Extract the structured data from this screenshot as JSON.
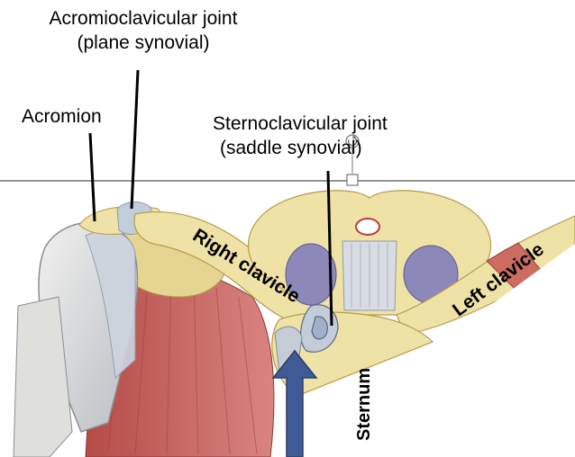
{
  "labels": {
    "acromioclavicular_line1": "Acromioclavicular joint",
    "acromioclavicular_line2": "(plane synovial)",
    "acromion": "Acromion",
    "sternoclavicular_line1": "Sternoclavicular joint",
    "sternoclavicular_line2": "(saddle synovial)",
    "right_clavicle": "Right clavicle",
    "left_clavicle": "Left clavicle",
    "sternum": "Sternum"
  },
  "colors": {
    "bone": "#efe2a6",
    "bone_shadow": "#d9c680",
    "muscle": "#c9605a",
    "cartilage": "#d4d6dc",
    "ligament": "#b9c4d2",
    "lung_cavity": "#8a86b8",
    "arrow": "#3f5a96",
    "line": "#000000",
    "guide_line": "#555555"
  },
  "icons": [
    "rotate-handle-icon",
    "resize-handle-icon",
    "upward-arrow-icon"
  ]
}
